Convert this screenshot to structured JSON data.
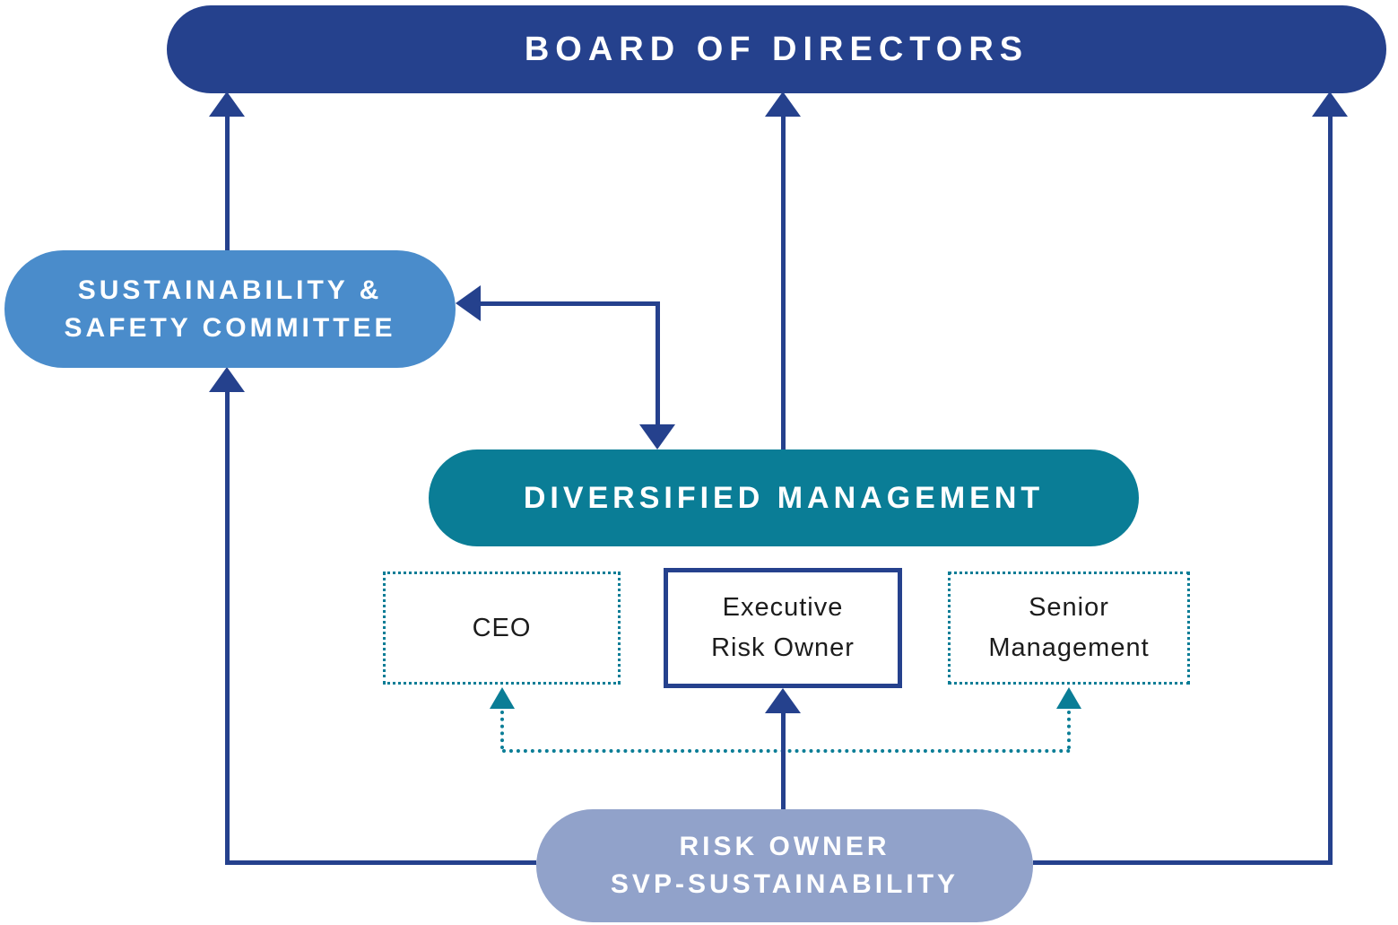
{
  "diagram": {
    "type": "org-chart",
    "colors": {
      "navy": "#25418D",
      "blue": "#4A8CCB",
      "teal": "#0A7D96",
      "lavender": "#91A2CA",
      "ink": "#1c1c1c"
    },
    "nodes": {
      "board_of_directors": {
        "label": "BOARD OF DIRECTORS"
      },
      "sustainability_safety_committee": {
        "line1": "SUSTAINABILITY &",
        "line2": "SAFETY COMMITTEE"
      },
      "diversified_management": {
        "label": "DIVERSIFIED MANAGEMENT"
      },
      "ceo": {
        "label": "CEO"
      },
      "executive_risk_owner": {
        "line1": "Executive",
        "line2": "Risk Owner"
      },
      "senior_management": {
        "line1": "Senior",
        "line2": "Management"
      },
      "risk_owner_svp": {
        "line1": "RISK OWNER",
        "line2": "SVP-SUSTAINABILITY"
      }
    },
    "edges": [
      {
        "from": "sustainability_safety_committee",
        "to": "board_of_directors",
        "style": "solid-arrow"
      },
      {
        "from": "diversified_management",
        "to": "board_of_directors",
        "style": "solid-arrow"
      },
      {
        "from": "risk_owner_svp",
        "to": "board_of_directors",
        "style": "solid-arrow"
      },
      {
        "from": "risk_owner_svp",
        "to": "sustainability_safety_committee",
        "style": "solid-arrow"
      },
      {
        "from": "diversified_management",
        "to": "sustainability_safety_committee",
        "style": "solid-double-arrow"
      },
      {
        "from": "risk_owner_svp",
        "to": "executive_risk_owner",
        "style": "solid-arrow"
      },
      {
        "from": "risk_owner_svp",
        "to": "ceo",
        "style": "dotted-arrow"
      },
      {
        "from": "risk_owner_svp",
        "to": "senior_management",
        "style": "dotted-arrow"
      }
    ]
  }
}
